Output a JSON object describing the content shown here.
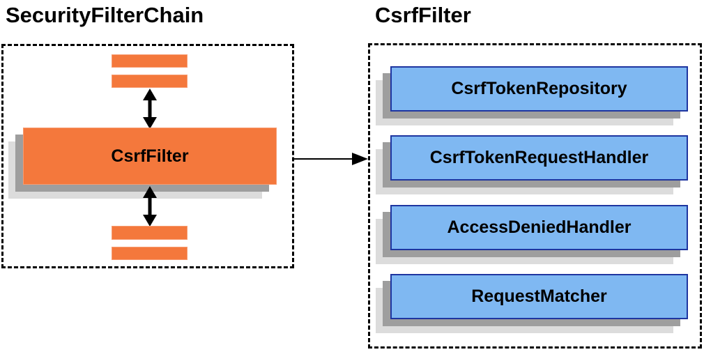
{
  "colors": {
    "page_bg": "#ffffff",
    "orange_fill": "#f4783c",
    "orange_border": "#f79b70",
    "blue_fill": "#7fb8f2",
    "blue_border": "#1e35a0",
    "shadow_dark": "#9e9e9e",
    "shadow_light": "#dcdcdc",
    "arrow_color": "#000000"
  },
  "left_panel": {
    "title": "SecurityFilterChain",
    "filter_box_label": "CsrfFilter"
  },
  "right_panel": {
    "title": "CsrfFilter",
    "components": [
      {
        "label": "CsrfTokenRepository"
      },
      {
        "label": "CsrfTokenRequestHandler"
      },
      {
        "label": "AccessDeniedHandler"
      },
      {
        "label": "RequestMatcher"
      }
    ]
  }
}
